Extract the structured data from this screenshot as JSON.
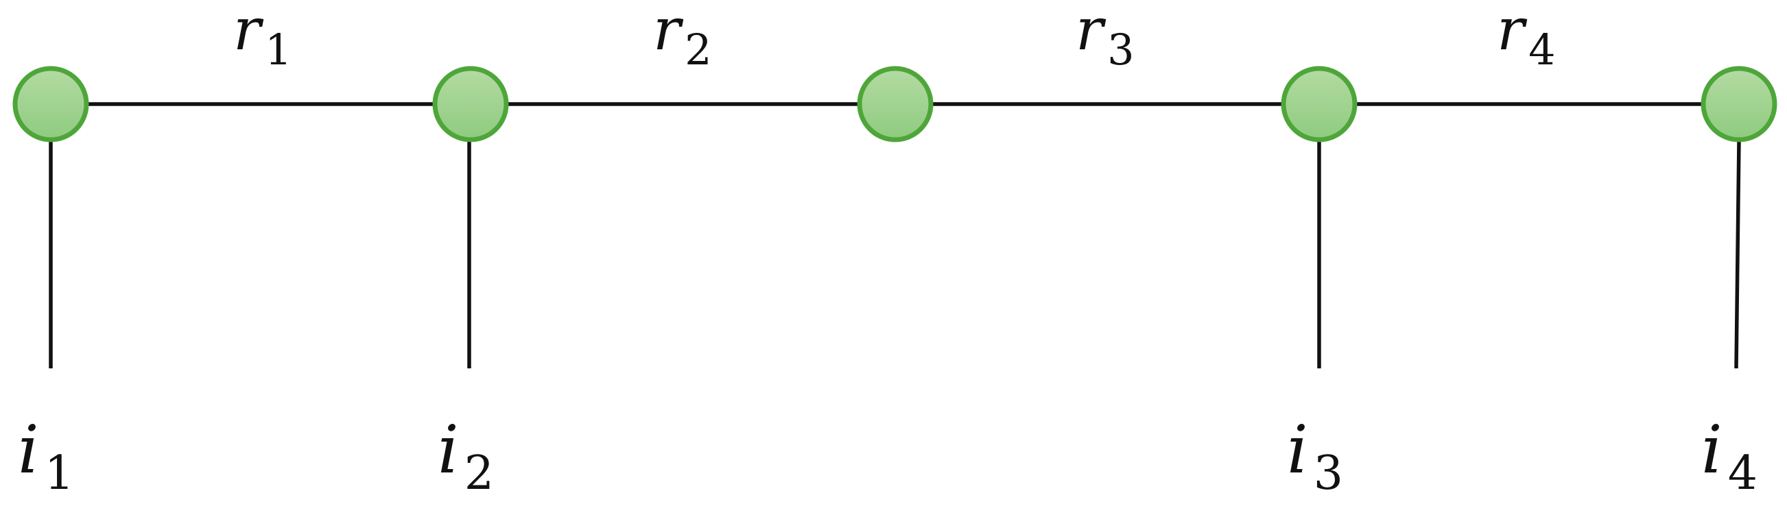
{
  "colors": {
    "node_fill_top": "#b3dba2",
    "node_fill_bottom": "#8fcb7f",
    "node_stroke": "#4ea63a",
    "line": "#111111"
  },
  "nodes": [
    {
      "id": "n1"
    },
    {
      "id": "n2"
    },
    {
      "id": "n3"
    },
    {
      "id": "n4"
    },
    {
      "id": "n5"
    }
  ],
  "bond_labels": [
    {
      "base": "r",
      "sub": "1"
    },
    {
      "base": "r",
      "sub": "2"
    },
    {
      "base": "r",
      "sub": "3"
    },
    {
      "base": "r",
      "sub": "4"
    }
  ],
  "leg_labels": [
    {
      "base": "i",
      "sub": "1"
    },
    {
      "base": "i",
      "sub": "2"
    },
    {
      "base": "i",
      "sub": "3"
    },
    {
      "base": "i",
      "sub": "4"
    }
  ]
}
